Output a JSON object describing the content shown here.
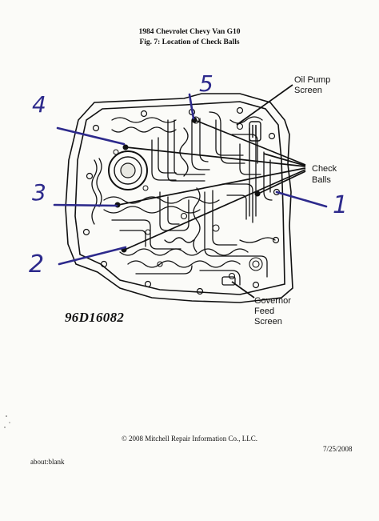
{
  "header": {
    "title": "1984 Chevrolet Chevy Van G10",
    "subtitle": "Fig. 7: Location of Check Balls"
  },
  "callouts": {
    "oil_pump_line1": "Oil Pump",
    "oil_pump_line2": "Screen",
    "check_line1": "Check",
    "check_line2": "Balls",
    "gov_line1": "Governor",
    "gov_line2": "Feed",
    "gov_line3": "Screen"
  },
  "handwritten": {
    "n1": "1",
    "n2": "2",
    "n3": "3",
    "n4": "4",
    "n5": "5"
  },
  "figure_id": "96D16082",
  "footer": {
    "copyright": "© 2008 Mitchell Repair Information Co., LLC.",
    "date": "7/25/2008",
    "source": "about:blank"
  },
  "colors": {
    "ink": "#111111",
    "pen": "#2d2a8c",
    "paper": "#fbfbf8"
  }
}
